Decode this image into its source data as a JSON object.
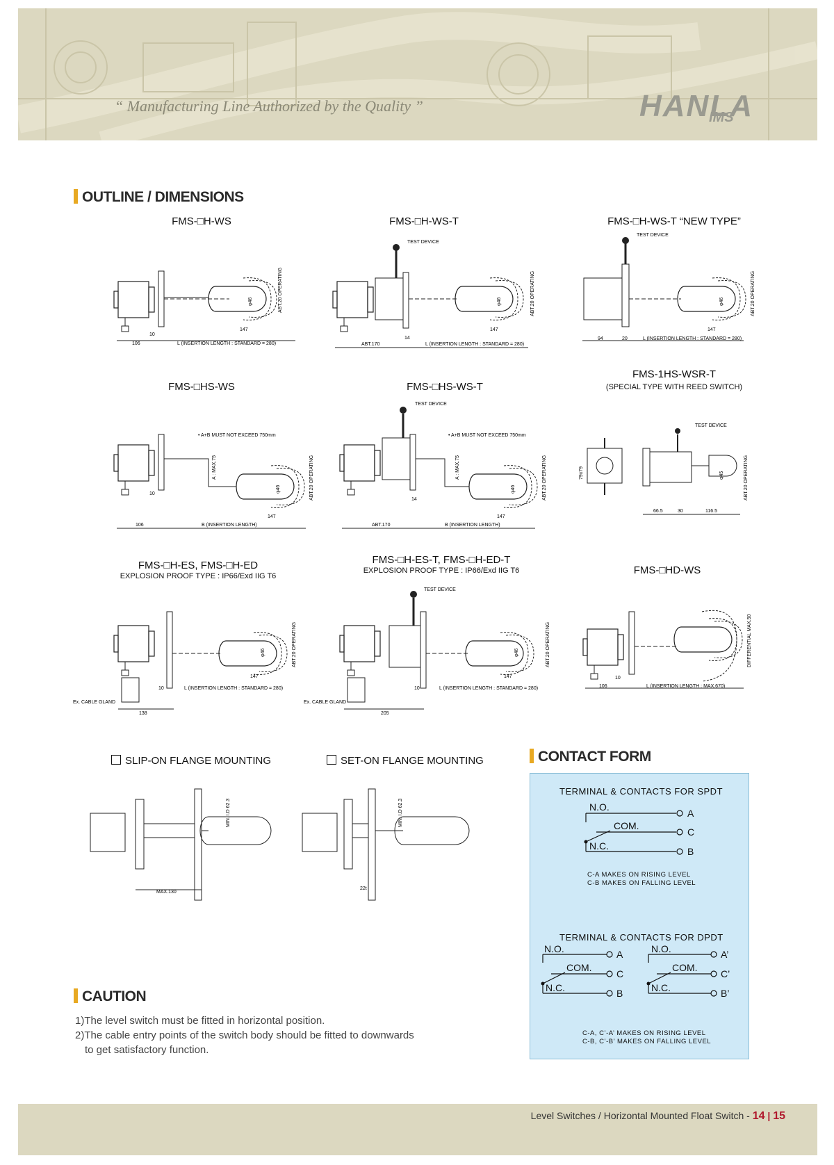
{
  "header": {
    "slogan": "“ Manufacturing Line Authorized by the Quality ”",
    "logo_main": "HANLA",
    "logo_sub": "IMS"
  },
  "outline": {
    "heading": "OUTLINE / DIMENSIONS",
    "drawings": [
      {
        "title": "FMS-□H-WS",
        "test_device": "",
        "dims": [
          "106",
          "10",
          "L (INSERTION LENGTH : STANDARD = 280)",
          "147",
          "ABT.20 OPERATING",
          "φ46"
        ]
      },
      {
        "title": "FMS-□H-WS-T",
        "test_device": "TEST DEVICE",
        "dims": [
          "ABT.170",
          "14",
          "L (INSERTION LENGTH : STANDARD = 280)",
          "147",
          "ABT.20 OPERATING",
          "φ46"
        ]
      },
      {
        "title": "FMS-□H-WS-T “NEW TYPE”",
        "test_device": "TEST DEVICE",
        "dims": [
          "94",
          "20",
          "L (INSERTION LENGTH : STANDARD = 280)",
          "147",
          "ABT.20 OPERATING",
          "φ46"
        ]
      },
      {
        "title": "FMS-□HS-WS",
        "test_device": "",
        "note": "• A+B MUST NOT EXCEED 750mm",
        "dims": [
          "106",
          "10",
          "B (INSERTION LENGTH)",
          "147",
          "A : MAX.75",
          "ABT.20 OPERATING",
          "φ46"
        ]
      },
      {
        "title": "FMS-□HS-WS-T",
        "test_device": "TEST DEVICE",
        "note": "• A+B MUST NOT EXCEED 750mm",
        "dims": [
          "ABT.170",
          "14",
          "B (INSERTION LENGTH)",
          "147",
          "A : MAX.75",
          "ABT.20 OPERATING",
          "φ46"
        ]
      },
      {
        "title": "FMS-1HS-WSR-T",
        "subtitle": "(SPECIAL TYPE WITH REED SWITCH)",
        "test_device": "TEST DEVICE",
        "dims": [
          "79x79",
          "66.5",
          "30",
          "116.5",
          "ABT.20 OPERATING",
          "φ45"
        ]
      },
      {
        "title": "FMS-□H-ES, FMS-□H-ED",
        "subtitle": "EXPLOSION PROOF TYPE : IP66/Exd IIG T6",
        "test_device": "",
        "gland": "Ex. CABLE GLAND",
        "dims": [
          "138",
          "10",
          "L (INSERTION LENGTH : STANDARD = 280)",
          "147",
          "ABT.20 OPERATING",
          "φ46"
        ]
      },
      {
        "title": "FMS-□H-ES-T, FMS-□H-ED-T",
        "subtitle": "EXPLOSION PROOF TYPE : IP66/Exd IIG T6",
        "test_device": "TEST DEVICE",
        "gland": "Ex. CABLE GLAND",
        "dims": [
          "205",
          "10",
          "L (INSERTION LENGTH : STANDARD = 280)",
          "147",
          "ABT.20 OPERATING",
          "φ46"
        ]
      },
      {
        "title": "FMS-□HD-WS",
        "test_device": "",
        "dims": [
          "106",
          "10",
          "L (INSERTION LENGTH : MAX.670)",
          "DIFFERENTIAL MAX.50"
        ]
      }
    ]
  },
  "mounting": [
    {
      "title": "SLIP-ON FLANGE MOUNTING",
      "dims": [
        "MIN. I.D 62.3",
        "MAX.130"
      ]
    },
    {
      "title": "SET-ON FLANGE MOUNTING",
      "dims": [
        "MIN. I.D 62.3",
        "22t"
      ]
    }
  ],
  "contact": {
    "heading": "CONTACT FORM",
    "spdt": {
      "title": "TERMINAL  &  CONTACTS  FOR  SPDT",
      "labels": [
        "N.O.",
        "COM.",
        "N.C."
      ],
      "terminals": [
        "A",
        "C",
        "B"
      ],
      "notes": [
        "C-A  MAKES  ON  RISING  LEVEL",
        "C-B  MAKES  ON  FALLING  LEVEL"
      ]
    },
    "dpdt": {
      "title": "TERMINAL  &  CONTACTS  FOR  DPDT",
      "labels": [
        "N.O.",
        "COM.",
        "N.C."
      ],
      "terminals_left": [
        "A",
        "C",
        "B"
      ],
      "terminals_right": [
        "A’",
        "C’",
        "B’"
      ],
      "notes": [
        "C-A,  C’-A’  MAKES  ON  RISING  LEVEL",
        "C-B,  C’-B’  MAKES  ON  FALLING  LEVEL"
      ]
    }
  },
  "caution": {
    "heading": "CAUTION",
    "line1": "1)The level switch must be fitted in horizontal position.",
    "line2": "2)The cable entry points of the switch body should be fitted to downwards",
    "line3": "to get satisfactory function."
  },
  "footer": {
    "category": "Level Switches",
    "separator": " / ",
    "product": "Horizontal Mounted Float Switch - ",
    "page_left": "14",
    "page_sep": " | ",
    "page_right": "15"
  }
}
